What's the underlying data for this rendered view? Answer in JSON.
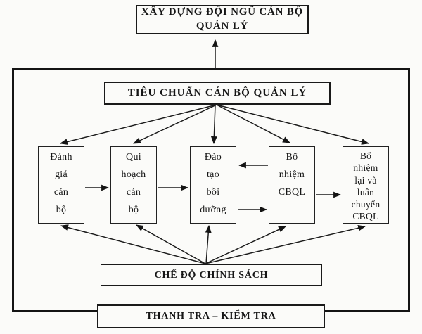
{
  "page": {
    "background_color": "#fbfbf9",
    "line_color": "#1b1b1b"
  },
  "diagram": {
    "top_box": {
      "label": "XÂY DỰNG ĐỘI NGŨ CÁN BỘ\nQUẢN LÝ"
    },
    "standards_box": {
      "label": "TIÊU CHUẨN CÁN BỘ QUẢN LÝ"
    },
    "process_boxes": [
      {
        "label": "Đánh\ngiá\ncán\nbộ"
      },
      {
        "label": "Qui\nhoạch\ncán\nbộ"
      },
      {
        "label": "Đào\ntạo\nbồi\ndưỡng"
      },
      {
        "label": "Bổ\nnhiệm\nCBQL"
      },
      {
        "label": "Bổ\nnhiệm\nlại và\nluân\nchuyển\nCBQL"
      }
    ],
    "policy_box": {
      "label": "CHẾ ĐỘ CHÍNH SÁCH"
    },
    "inspection_box": {
      "label": "THANH TRA – KIỂM TRA"
    }
  }
}
